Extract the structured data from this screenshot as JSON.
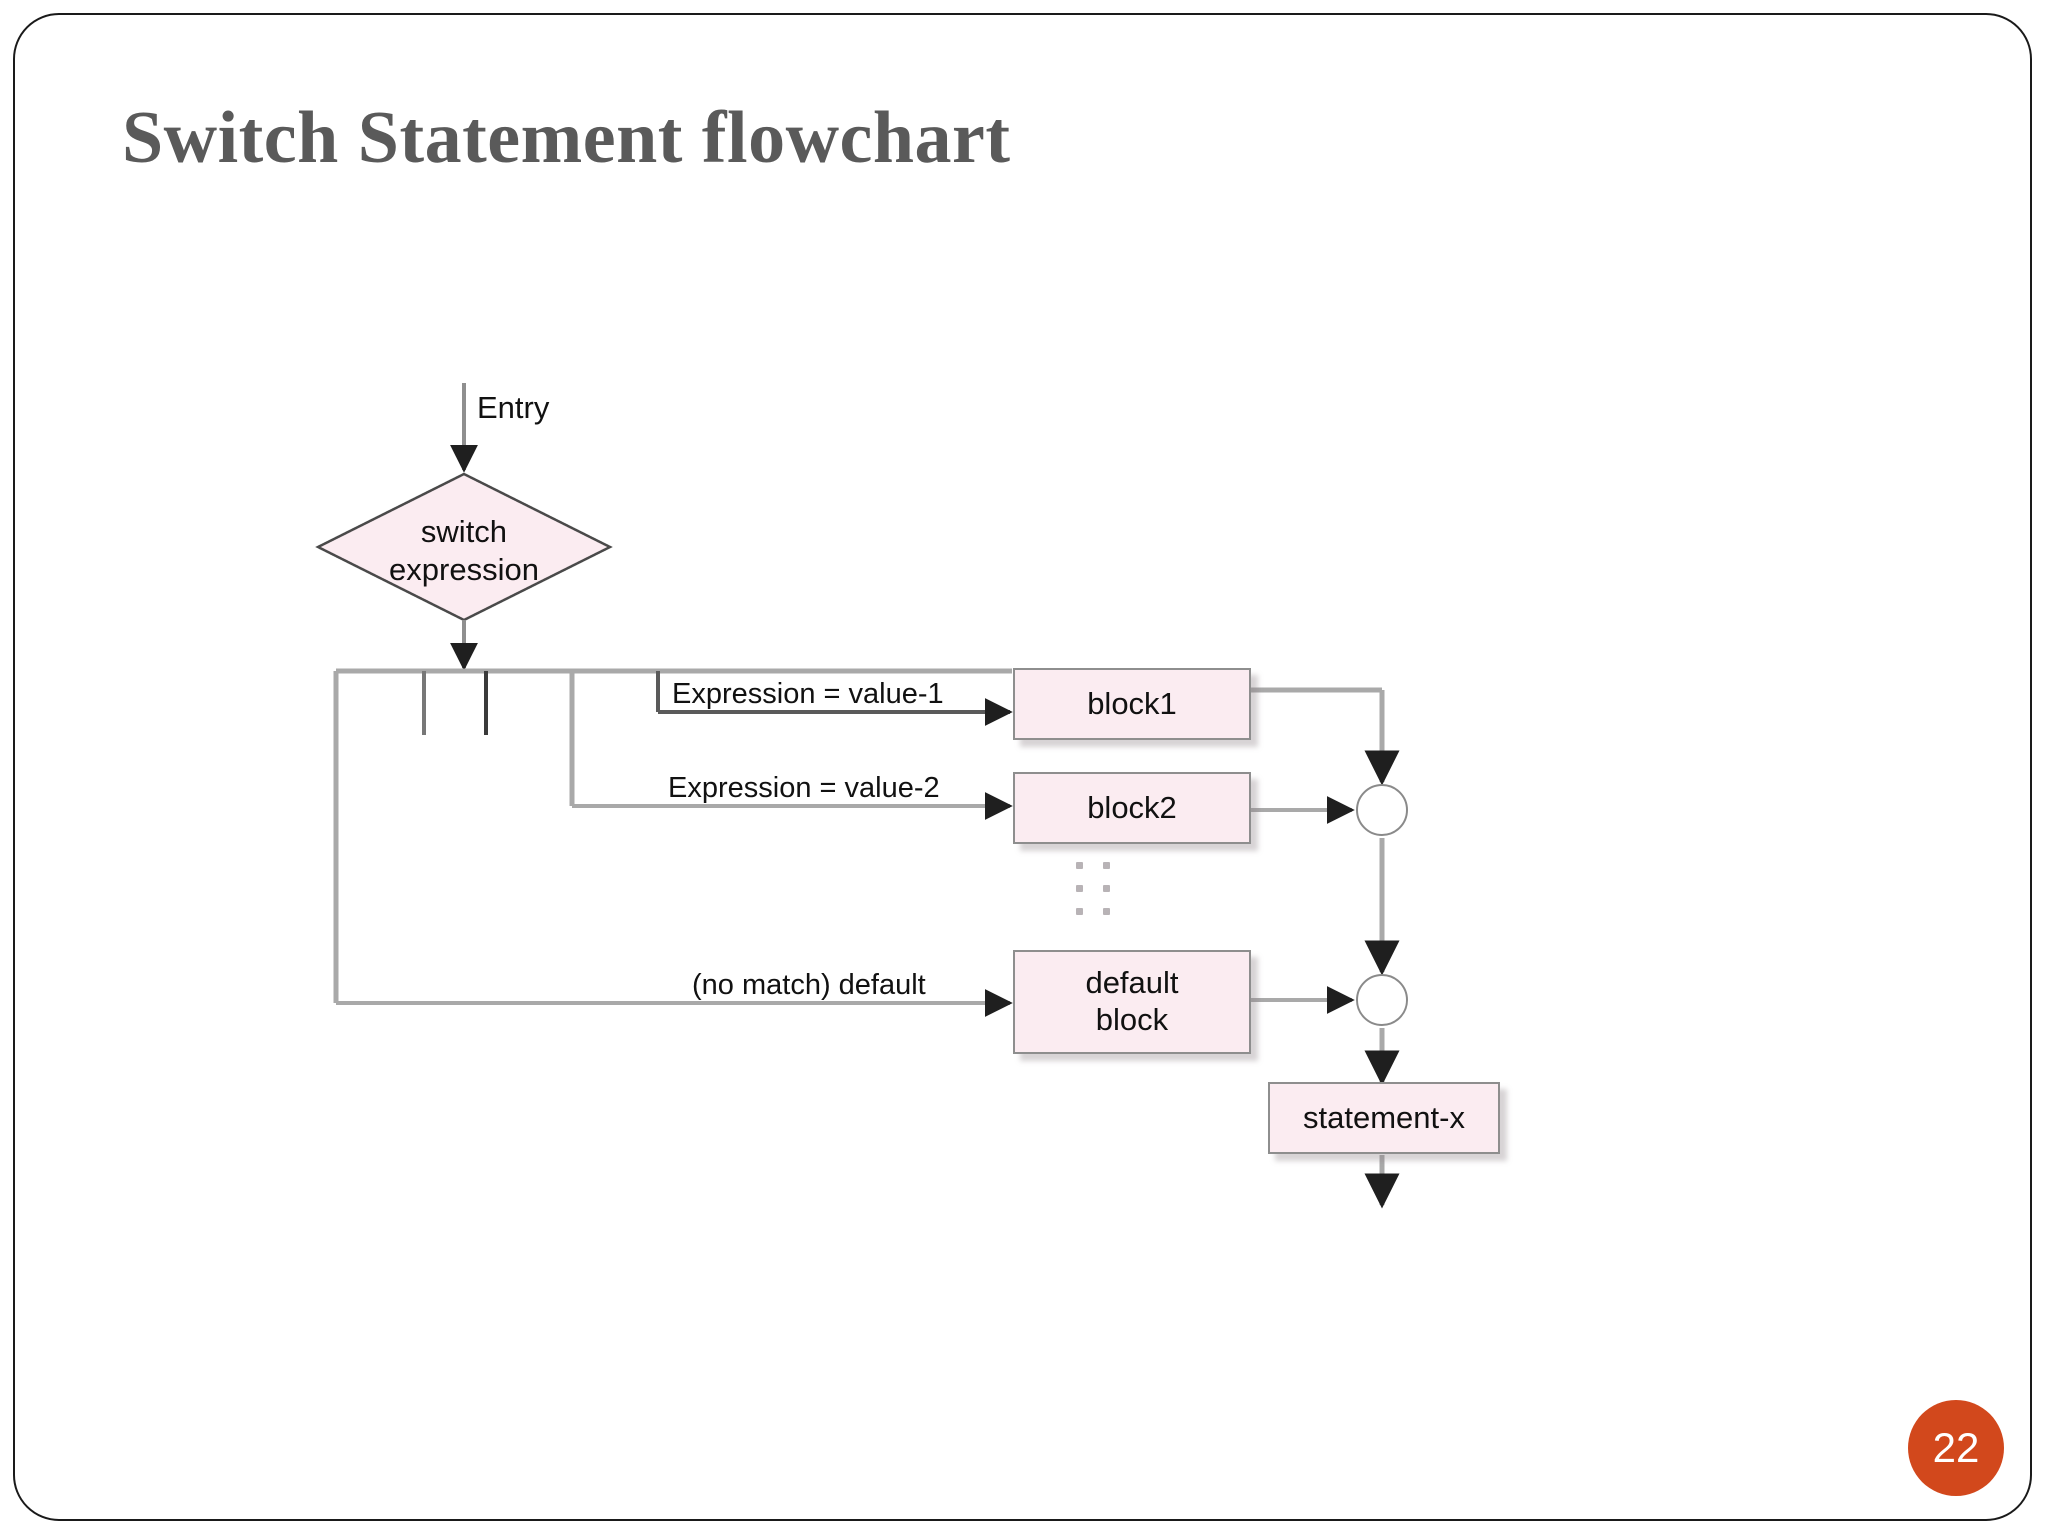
{
  "slide": {
    "title": "Switch Statement flowchart",
    "page_number": "22",
    "accent_color": "#d2481c",
    "title_color": "#5a5a5a",
    "node_fill": "#fbecf1",
    "node_stroke": "#8e8e8e"
  },
  "diagram": {
    "type": "flowchart",
    "entry_label": "Entry",
    "decision": {
      "name": "switch-expression",
      "label": "switch\nexpression",
      "shape": "diamond"
    },
    "branches": [
      {
        "edge_label": "Expression = value-1",
        "target_label": "block1",
        "target_name": "block1"
      },
      {
        "edge_label": "Expression = value-2",
        "target_label": "block2",
        "target_name": "block2"
      },
      {
        "edge_label": "(no match) default",
        "target_label": "default\nblock",
        "target_name": "default-block"
      }
    ],
    "ellipsis": "⋮ ⋮",
    "merge_nodes": [
      {
        "name": "merge-1",
        "shape": "circle"
      },
      {
        "name": "merge-2",
        "shape": "circle"
      }
    ],
    "exit_box": {
      "label": "statement-x",
      "name": "statement-x"
    }
  }
}
